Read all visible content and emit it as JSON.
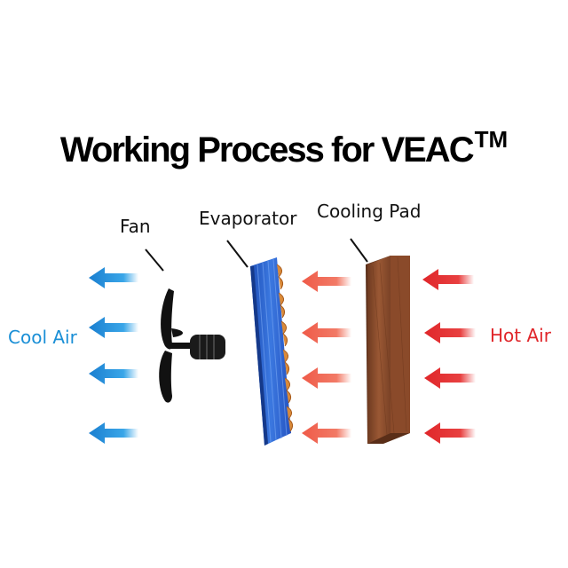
{
  "title": "Working Process for VEAC",
  "title_mark": "TM",
  "labels": {
    "fan": "Fan",
    "evaporator": "Evaporator",
    "cooling_pad": "Cooling Pad",
    "cool_air": "Cool Air",
    "hot_air": "Hot Air"
  },
  "colors": {
    "cool_air": "#1a8fd6",
    "hot_air": "#e0262a",
    "warm_mid": "#f0604a",
    "evaporator": "#2b5fd0",
    "evaporator_fin": "#d98a3a",
    "cooling_pad": "#8a4a2a",
    "fan": "#111111"
  }
}
